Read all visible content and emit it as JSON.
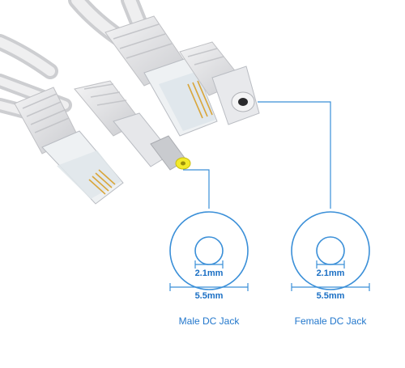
{
  "colors": {
    "accent": "#3a8fd8",
    "cable": "#e9e9eb",
    "cable_shade": "#c9cacd",
    "tip": "#f2ea2a"
  },
  "male_jack": {
    "inner_dim": "2.1mm",
    "outer_dim": "5.5mm",
    "caption": "Male DC Jack"
  },
  "female_jack": {
    "inner_dim": "2.1mm",
    "outer_dim": "5.5mm",
    "caption": "Female DC Jack"
  }
}
